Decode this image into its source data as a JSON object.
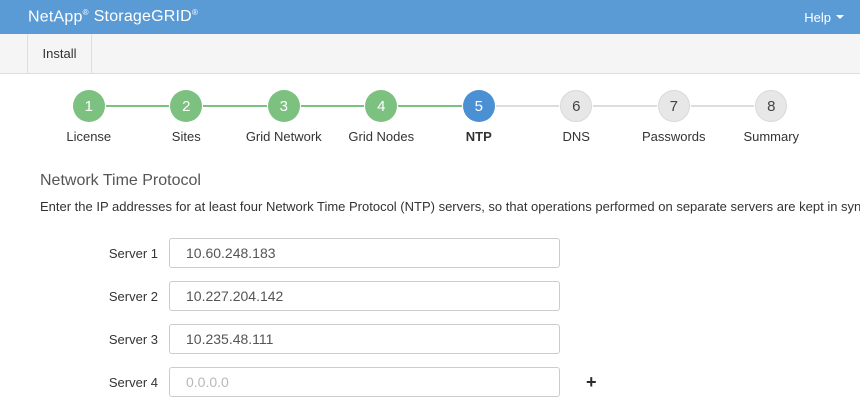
{
  "header": {
    "brand": "NetApp",
    "product": "StorageGRID",
    "registered_mark": "®",
    "help_label": "Help",
    "bg_color": "#5b9bd5"
  },
  "nav": {
    "install_label": "Install"
  },
  "stepper": {
    "current_step": 5,
    "colors": {
      "done": "#7cc180",
      "active": "#4a90d2",
      "todo": "#e7e7e7",
      "connector": "#dddddd"
    },
    "steps": [
      {
        "num": "1",
        "label": "License",
        "state": "done"
      },
      {
        "num": "2",
        "label": "Sites",
        "state": "done"
      },
      {
        "num": "3",
        "label": "Grid Network",
        "state": "done"
      },
      {
        "num": "4",
        "label": "Grid Nodes",
        "state": "done"
      },
      {
        "num": "5",
        "label": "NTP",
        "state": "active"
      },
      {
        "num": "6",
        "label": "DNS",
        "state": "todo"
      },
      {
        "num": "7",
        "label": "Passwords",
        "state": "todo"
      },
      {
        "num": "8",
        "label": "Summary",
        "state": "todo"
      }
    ]
  },
  "content": {
    "title": "Network Time Protocol",
    "description": "Enter the IP addresses for at least four Network Time Protocol (NTP) servers, so that operations performed on separate servers are kept in sync.",
    "fields": [
      {
        "label": "Server 1",
        "value": "10.60.248.183",
        "placeholder": ""
      },
      {
        "label": "Server 2",
        "value": "10.227.204.142",
        "placeholder": ""
      },
      {
        "label": "Server 3",
        "value": "10.235.48.111",
        "placeholder": ""
      },
      {
        "label": "Server 4",
        "value": "",
        "placeholder": "0.0.0.0"
      }
    ],
    "add_button_label": "+"
  }
}
